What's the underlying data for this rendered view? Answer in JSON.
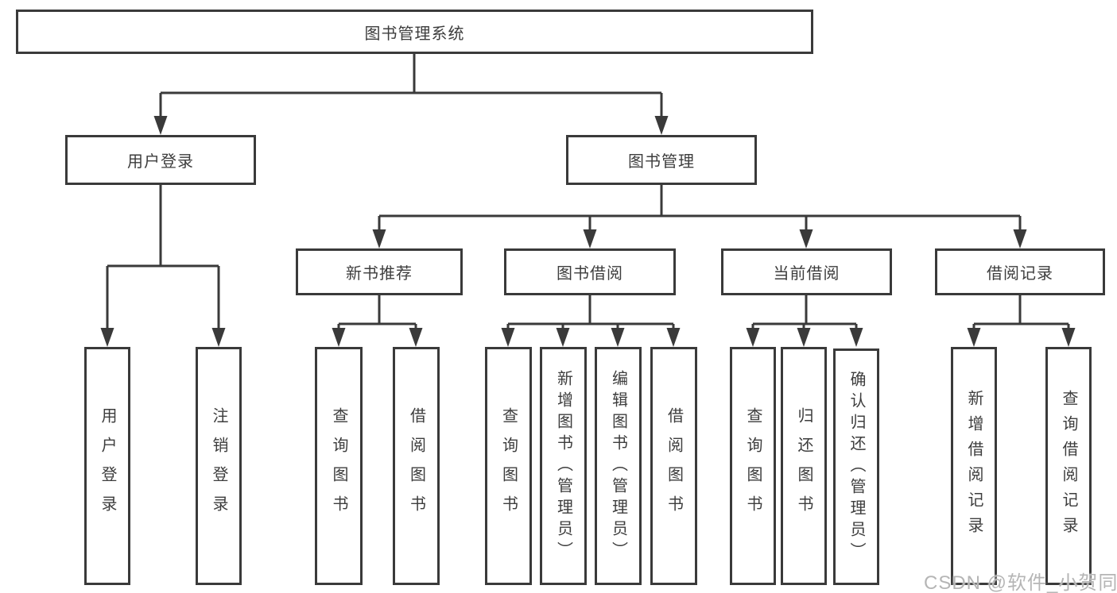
{
  "tree": {
    "label": "图书管理系统",
    "children": [
      {
        "label": "用户登录",
        "children": [
          {
            "label": "用户登录"
          },
          {
            "label": "注销登录"
          }
        ]
      },
      {
        "label": "图书管理",
        "children": [
          {
            "label": "新书推荐",
            "children": [
              {
                "label": "查询图书"
              },
              {
                "label": "借阅图书"
              }
            ]
          },
          {
            "label": "图书借阅",
            "children": [
              {
                "label": "查询图书"
              },
              {
                "label": "新增图书（管理员）"
              },
              {
                "label": "编辑图书（管理员）"
              },
              {
                "label": "借阅图书"
              }
            ]
          },
          {
            "label": "当前借阅",
            "children": [
              {
                "label": "查询图书"
              },
              {
                "label": "归还图书"
              },
              {
                "label": "确认归还（管理员）"
              }
            ]
          },
          {
            "label": "借阅记录",
            "children": [
              {
                "label": "新增借阅记录"
              },
              {
                "label": "查询借阅记录"
              }
            ]
          }
        ]
      }
    ]
  },
  "watermark": {
    "text": "CSDN @软件_小贺同学"
  },
  "colors": {
    "line": "#3a3a3a",
    "text": "#3d3d3d",
    "background": "#ffffff",
    "watermark": "#b5b5b5"
  }
}
